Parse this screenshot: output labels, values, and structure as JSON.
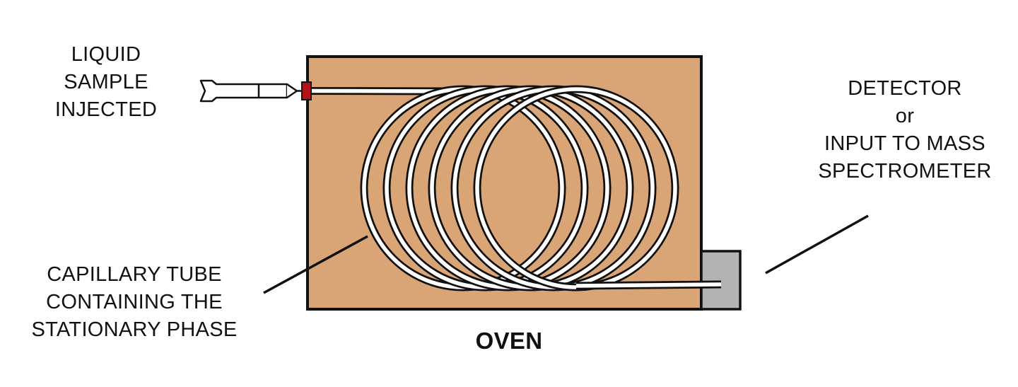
{
  "labels": {
    "sample_injected": [
      "LIQUID",
      "SAMPLE",
      "INJECTED"
    ],
    "detector": [
      "DETECTOR",
      "or",
      "INPUT TO MASS",
      "SPECTROMETER"
    ],
    "capillary_tube": [
      "CAPILLARY TUBE",
      "CONTAINING THE",
      "STATIONARY PHASE"
    ],
    "oven": "OVEN"
  },
  "colors": {
    "oven_fill": "#d9a577",
    "outline": "#111111",
    "tube": "#ffffff",
    "injector_seal": "#b01217",
    "detector_fill": "#b3b3b3"
  },
  "coil": {
    "turns": 6
  }
}
